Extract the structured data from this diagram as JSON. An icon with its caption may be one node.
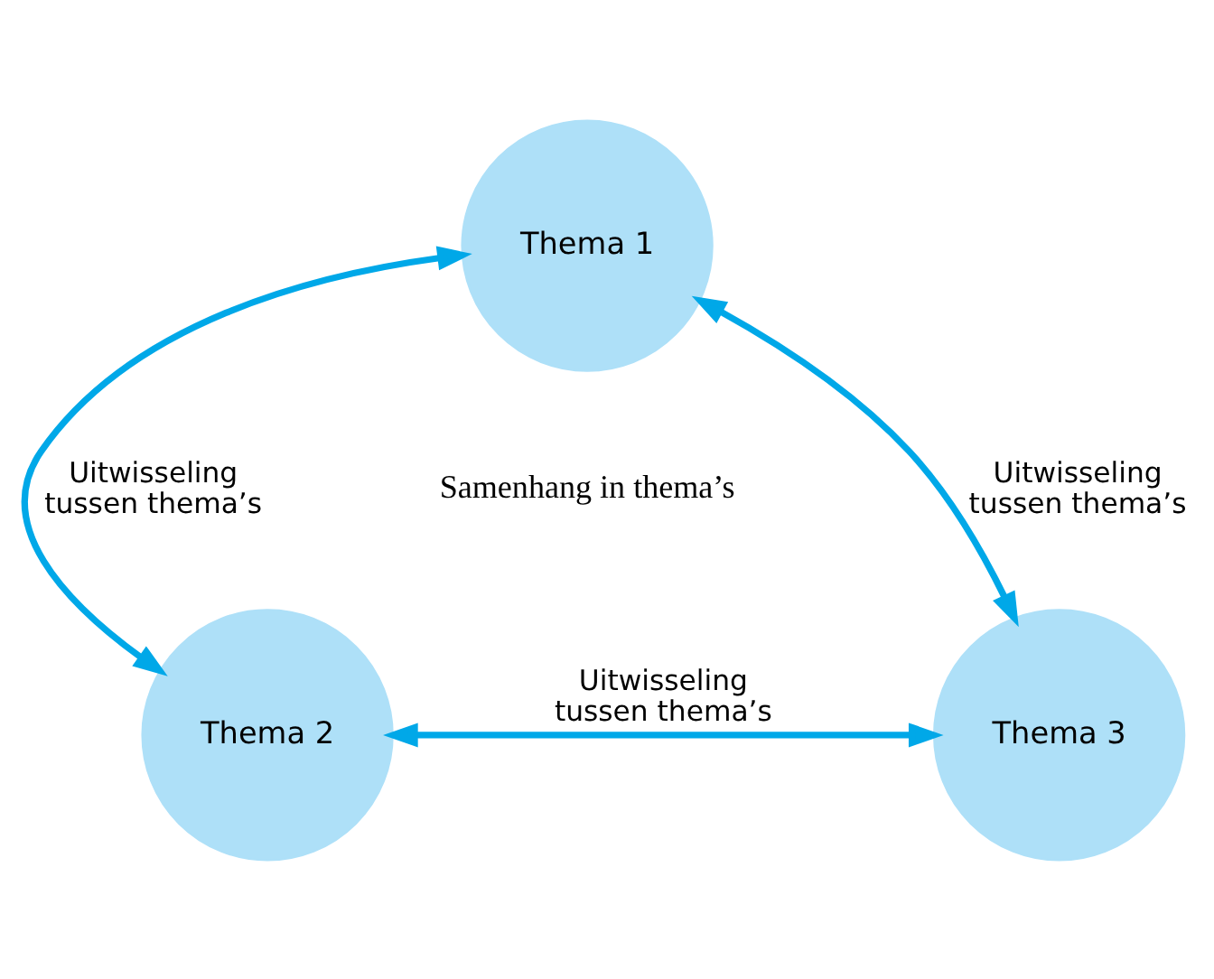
{
  "diagram": {
    "nodes": [
      {
        "text": [
          "Thema 1"
        ]
      },
      {
        "text": [
          "Thema 2"
        ]
      },
      {
        "text": [
          "Thema 3"
        ]
      }
    ],
    "edges": [
      {
        "from": 2,
        "to": 0,
        "arrow": "both",
        "label": "Uitwisseling tussen thema’s"
      },
      {
        "from": 0,
        "to": 1,
        "arrow": "both",
        "label": "Uitwisseling tussen thema’s"
      },
      {
        "from": 2,
        "to": 1,
        "arrow": "both",
        "label": "Uitwisseling tussen thema’s"
      }
    ],
    "labels": [
      "Samenhang in thema’s"
    ]
  }
}
